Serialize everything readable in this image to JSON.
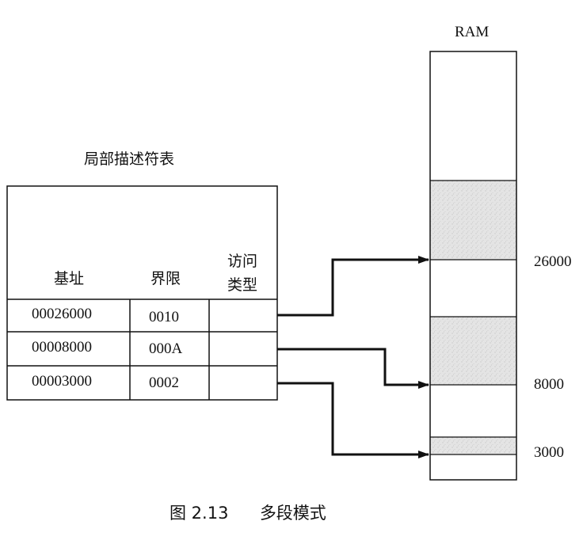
{
  "ram": {
    "label": "RAM",
    "address_labels": [
      "26000",
      "8000",
      "3000"
    ]
  },
  "table": {
    "title": "局部描述符表",
    "headers": {
      "base": "基址",
      "limit": "界限",
      "access_line1": "访问",
      "access_line2": "类型"
    },
    "rows": [
      {
        "base": "00026000",
        "limit": "0010",
        "access": ""
      },
      {
        "base": "00008000",
        "limit": "000A",
        "access": ""
      },
      {
        "base": "00003000",
        "limit": "0002",
        "access": ""
      }
    ]
  },
  "caption": {
    "figure_number": "图 2.13",
    "title": "多段模式"
  },
  "colors": {
    "line": "#111111",
    "segment_fill": "#e2e2e2",
    "background": "#ffffff"
  }
}
